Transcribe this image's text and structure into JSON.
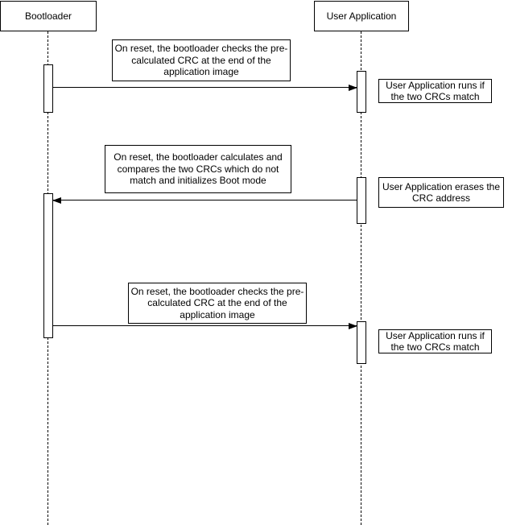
{
  "diagram": {
    "type": "uml-sequence",
    "colors": {
      "stroke": "#000000",
      "background": "#ffffff",
      "text": "#000000"
    },
    "actors": {
      "bootloader": {
        "label": "Bootloader"
      },
      "user_application": {
        "label": "User Application"
      }
    },
    "messages": [
      {
        "from": "bootloader",
        "to": "user_application",
        "label": ""
      },
      {
        "from": "user_application",
        "to": "bootloader",
        "label": ""
      },
      {
        "from": "bootloader",
        "to": "user_application",
        "label": ""
      }
    ],
    "notes": {
      "reset_check_1": "On reset, the bootloader checks the pre-\ncalculated CRC at the end of the\napplication image",
      "runs_if_match_1": "User Application runs if\nthe two CRCs match",
      "reset_calculates": "On reset, the bootloader calculates and\ncompares the two CRCs which do not\nmatch and initializes Boot mode",
      "erases_crc": "User Application erases the\nCRC address",
      "reset_check_2": "On reset, the bootloader checks the pre-\ncalculated CRC at the end of the\napplication image",
      "runs_if_match_2": "User Application runs if\nthe two CRCs match"
    }
  }
}
